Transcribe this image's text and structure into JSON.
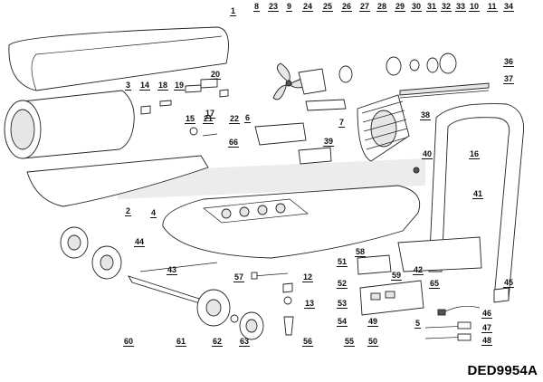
{
  "diagram": {
    "model_code": "DED9954A",
    "part_labels": [
      "1",
      "2",
      "3",
      "4",
      "5",
      "6",
      "7",
      "8",
      "9",
      "10",
      "11",
      "12",
      "13",
      "14",
      "15",
      "16",
      "17",
      "18",
      "19",
      "20",
      "21",
      "22",
      "23",
      "24",
      "25",
      "26",
      "27",
      "28",
      "29",
      "30",
      "31",
      "32",
      "33",
      "34",
      "36",
      "37",
      "38",
      "39",
      "40",
      "41",
      "42",
      "43",
      "44",
      "45",
      "46",
      "47",
      "48",
      "49",
      "50",
      "51",
      "52",
      "53",
      "54",
      "55",
      "56",
      "57",
      "58",
      "59",
      "60",
      "61",
      "62",
      "63",
      "65",
      "66"
    ]
  }
}
